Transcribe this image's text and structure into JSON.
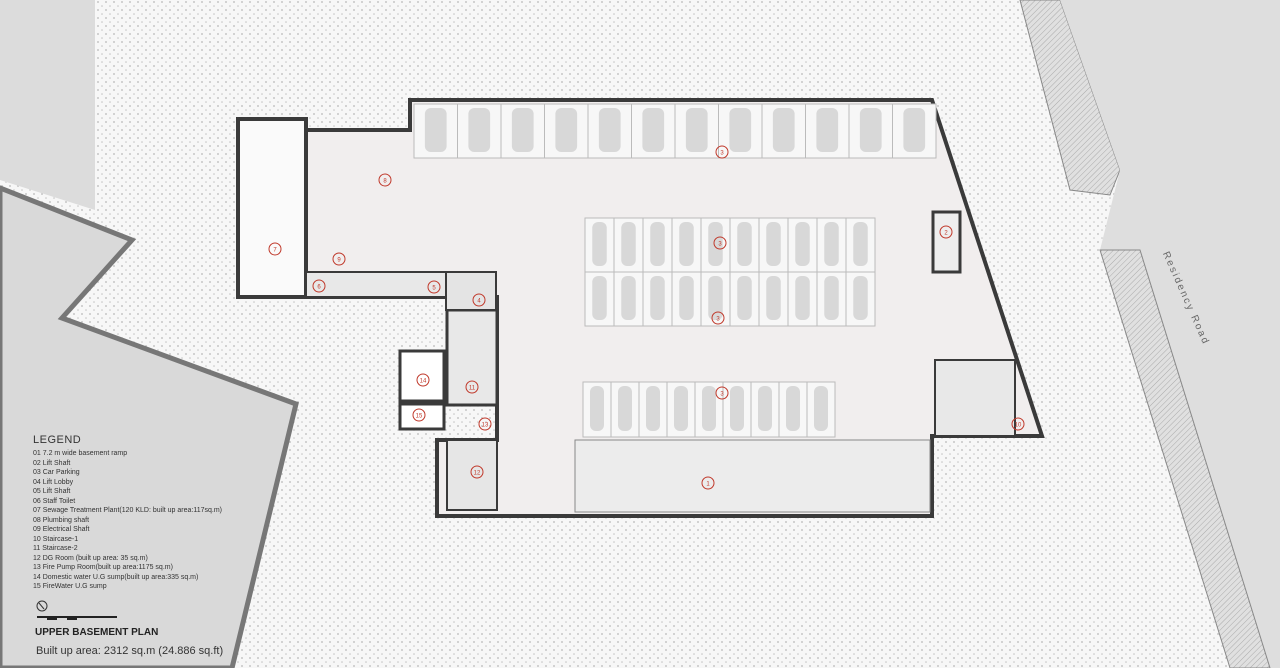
{
  "legend": {
    "title": "LEGEND",
    "items": [
      "01 7.2 m wide basement ramp",
      "02 Lift Shaft",
      "03 Car Parking",
      "04 Lift Lobby",
      "05 Lift Shaft",
      "06 Staff Toilet",
      "07 Sewage Treatment Plant(120 KLD: built up area:117sq.m)",
      "08 Plumbing shaft",
      "09 Electrical Shaft",
      "10 Staircase-1",
      "11 Staircase-2",
      "12 DG Room (built up area: 35 sq.m)",
      "13 Fire Pump Room(built up area:1175 sq.m)",
      "14 Domestic water U.G sump(built up area:335 sq.m)",
      "15 FireWater U.G sump"
    ]
  },
  "plan_title": "UPPER BASEMENT PLAN",
  "built_up_area": "Built up area: 2312 sq.m (24.886 sq.ft)",
  "road_label": "Residency Road",
  "icons": [
    "north-arrow-icon",
    "scale-bar"
  ],
  "colors": {
    "walls": "#3a3a3a",
    "markers": "#c0392b",
    "floor": "#f1eeee",
    "ground": "#e6e6e6"
  },
  "markers": [
    {
      "label": "1"
    },
    {
      "label": "2"
    },
    {
      "label": "3"
    },
    {
      "label": "3"
    },
    {
      "label": "3"
    },
    {
      "label": "3"
    },
    {
      "label": "4"
    },
    {
      "label": "5"
    },
    {
      "label": "6"
    },
    {
      "label": "7"
    },
    {
      "label": "8"
    },
    {
      "label": "9"
    },
    {
      "label": "10"
    },
    {
      "label": "11"
    },
    {
      "label": "12"
    },
    {
      "label": "13"
    },
    {
      "label": "14"
    },
    {
      "label": "15"
    }
  ]
}
